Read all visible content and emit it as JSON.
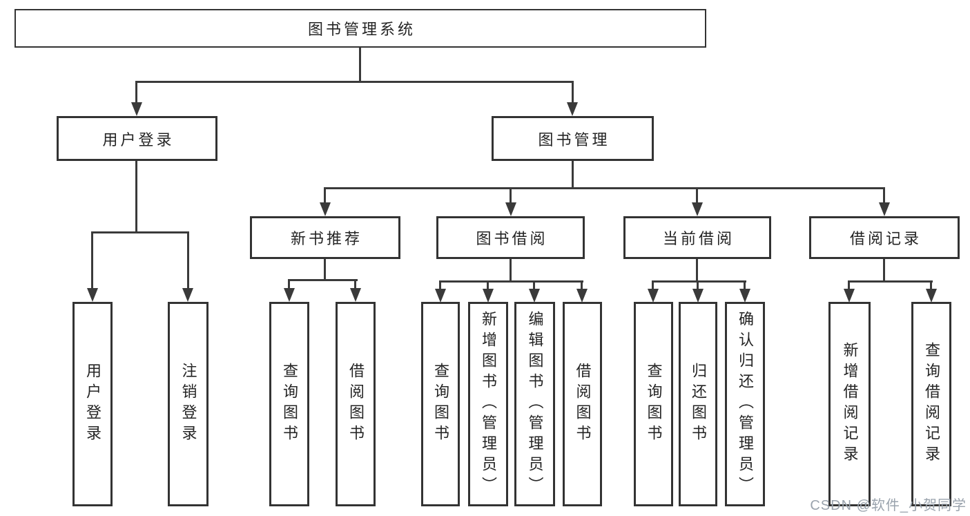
{
  "diagram": {
    "title": "图书管理系统",
    "level2": [
      "用户登录",
      "图书管理"
    ],
    "level3": [
      "新书推荐",
      "图书借阅",
      "当前借阅",
      "借阅记录"
    ],
    "leaves": {
      "user_login": [
        "用户登录",
        "注销登录"
      ],
      "new_books": [
        "查询图书",
        "借阅图书"
      ],
      "book_borrow": [
        "查询图书",
        "新增图书（管理员）",
        "编辑图书（管理员）",
        "借阅图书"
      ],
      "current_borrow": [
        "查询图书",
        "归还图书",
        "确认归还（管理员）"
      ],
      "borrow_records": [
        "新增借阅记录",
        "查询借阅记录"
      ]
    },
    "colors": {
      "line": "#3a3a3a",
      "border": "#333333",
      "text": "#242424",
      "watermark": "#9aa3ad"
    }
  },
  "watermark": "CSDN @软件_小贺同学"
}
